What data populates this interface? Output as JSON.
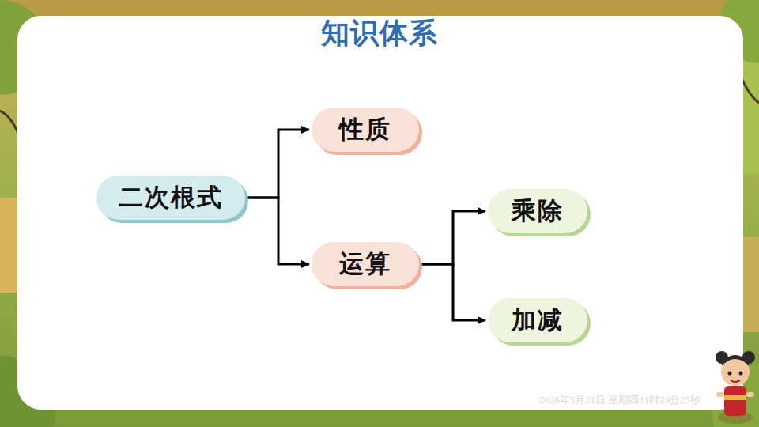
{
  "diagram": {
    "title": "知识体系",
    "nodes": [
      {
        "text": [
          "二次根式"
        ]
      },
      {
        "text": [
          "性质"
        ]
      },
      {
        "text": [
          "运算"
        ]
      },
      {
        "text": [
          "乘除"
        ]
      },
      {
        "text": [
          "加减"
        ]
      }
    ],
    "edges": [
      {
        "from": 0,
        "to": 1,
        "arrow": "to"
      },
      {
        "from": 0,
        "to": 2,
        "arrow": "to"
      },
      {
        "from": 2,
        "to": 3,
        "arrow": "to"
      },
      {
        "from": 2,
        "to": 4,
        "arrow": "to"
      }
    ],
    "labels": [
      "2026年5月21日 星期四11时29分25秒"
    ]
  }
}
